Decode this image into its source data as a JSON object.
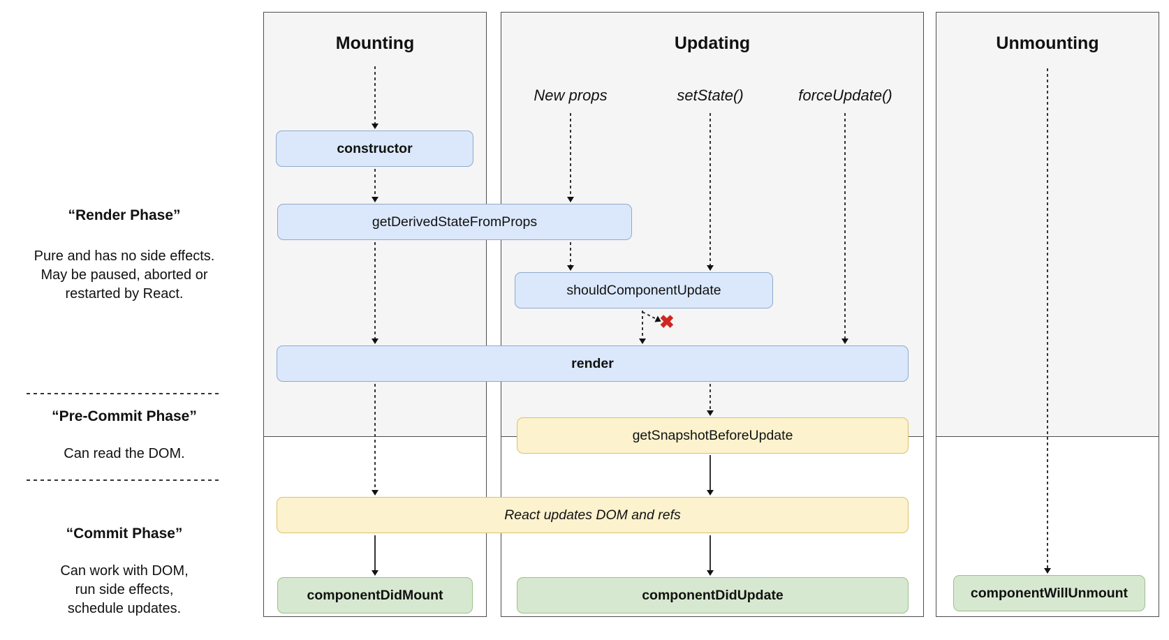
{
  "columns": {
    "mounting": {
      "title": "Mounting"
    },
    "updating": {
      "title": "Updating",
      "triggers": {
        "new_props": "New props",
        "set_state": "setState()",
        "force_update": "forceUpdate()"
      }
    },
    "unmounting": {
      "title": "Unmounting"
    }
  },
  "phases": {
    "render": {
      "title": "“Render Phase”",
      "lines": [
        "Pure and has no side effects.",
        "May be paused, aborted or",
        "restarted by React."
      ]
    },
    "pre_commit": {
      "title": "“Pre-Commit Phase”",
      "lines": [
        "Can read the DOM."
      ]
    },
    "commit": {
      "title": "“Commit Phase”",
      "lines": [
        "Can work with DOM,",
        "run side effects,",
        "schedule updates."
      ]
    }
  },
  "lifecycle": {
    "constructor": "constructor",
    "get_derived_state_from_props": "getDerivedStateFromProps",
    "should_component_update": "shouldComponentUpdate",
    "render": "render",
    "get_snapshot_before_update": "getSnapshotBeforeUpdate",
    "react_updates_dom": "React updates DOM and refs",
    "component_did_mount": "componentDidMount",
    "component_did_update": "componentDidUpdate",
    "component_will_unmount": "componentWillUnmount"
  },
  "icons": {
    "reject_x": "✖"
  },
  "colors": {
    "lifecycle_method_fill": "#dbe8fb",
    "lifecycle_method_border": "#8fa9cc",
    "side_effect_fill": "#fcf2cd",
    "side_effect_border": "#d9c36a",
    "commit_method_fill": "#d7e8d0",
    "commit_method_border": "#9cc089",
    "column_fill": "#f5f5f5",
    "column_border": "#4d4d4d",
    "reject_x": "#d02620",
    "arrow": "#333333"
  }
}
